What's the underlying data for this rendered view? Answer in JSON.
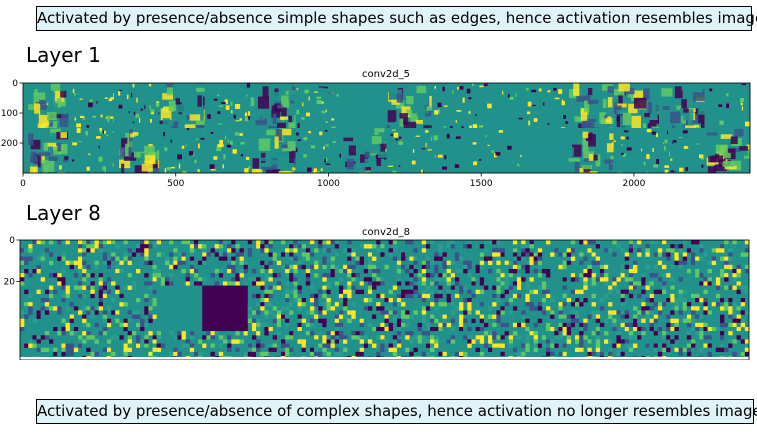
{
  "callouts": {
    "top": "Activated by presence/absence simple shapes such as edges, hence activation resembles image",
    "bottom": "Activated by presence/absence of complex shapes, hence activation no longer resembles image"
  },
  "headings": {
    "layer1": "Layer 1",
    "layer8": "Layer 8"
  },
  "colors": {
    "viridis_dark": "#440154",
    "viridis_blue": "#3b528b",
    "viridis_teal": "#21918c",
    "viridis_green": "#5ec962",
    "viridis_yellow": "#fde725",
    "mid_teal": "#2a9d8f"
  },
  "chart_data": [
    {
      "type": "heatmap",
      "title": "conv2d_5",
      "colormap": "viridis",
      "grid": false,
      "xlim": [
        0,
        2380
      ],
      "ylim": [
        300,
        0
      ],
      "x_ticks": [
        0,
        500,
        1000,
        1500,
        2000
      ],
      "x_tick_labels": [
        "0",
        "500",
        "1000",
        "1500",
        "2000"
      ],
      "y_ticks": [
        0,
        100,
        200
      ],
      "y_tick_labels": [
        "0",
        "100",
        "200"
      ],
      "grid_rows": 2,
      "grid_cols": 16,
      "tile_style": [
        [
          "photo",
          "edge",
          "edge",
          "photo",
          "edge",
          "photo",
          "edge",
          "flat",
          "photo",
          "edge",
          "sparse",
          "edge",
          "photo",
          "photo",
          "photo",
          "sparse"
        ],
        [
          "photo",
          "edge",
          "photo",
          "edge",
          "edge",
          "photo",
          "edge",
          "photo",
          "edge",
          "sparse",
          "sparse",
          "flat",
          "photo",
          "edge",
          "edge",
          "photo"
        ]
      ]
    },
    {
      "type": "heatmap",
      "title": "conv2d_8",
      "colormap": "viridis",
      "grid": false,
      "xlim": [
        0,
        352
      ],
      "ylim": [
        56,
        0
      ],
      "y_ticks": [
        0,
        20
      ],
      "y_tick_labels": [
        "0",
        "20"
      ],
      "grid_cols": 16,
      "grid_rows": 3,
      "tile_size": 22,
      "uniform_tiles": [
        [
          1,
          3
        ],
        [
          1,
          4
        ]
      ],
      "dark_tiles": [
        [
          1,
          4
        ]
      ]
    }
  ]
}
